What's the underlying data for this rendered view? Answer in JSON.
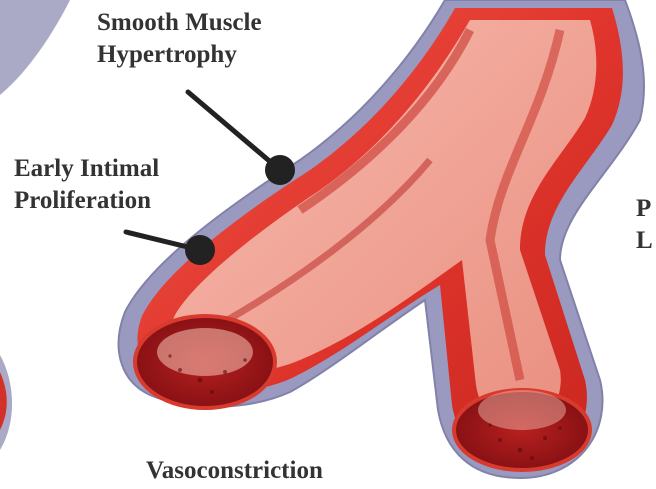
{
  "labels": {
    "smooth_muscle_line1": "Smooth Muscle",
    "smooth_muscle_line2": "Hypertrophy",
    "early_intimal_line1": "Early Intimal",
    "early_intimal_line2": "Proliferation",
    "right_cut_line1": "P",
    "right_cut_line2": "L",
    "bottom": "Vasoconstriction"
  },
  "colors": {
    "adventitia": "#8f8fb4",
    "wall_red": "#e23a30",
    "lumen_dark": "#a3181c",
    "intima_pink": "#f4b6a8",
    "text": "#333333",
    "pointer": "#222222"
  },
  "icons": {
    "pointer_marker": "filled-circle",
    "artery": "bifurcating-artery-illustration"
  }
}
